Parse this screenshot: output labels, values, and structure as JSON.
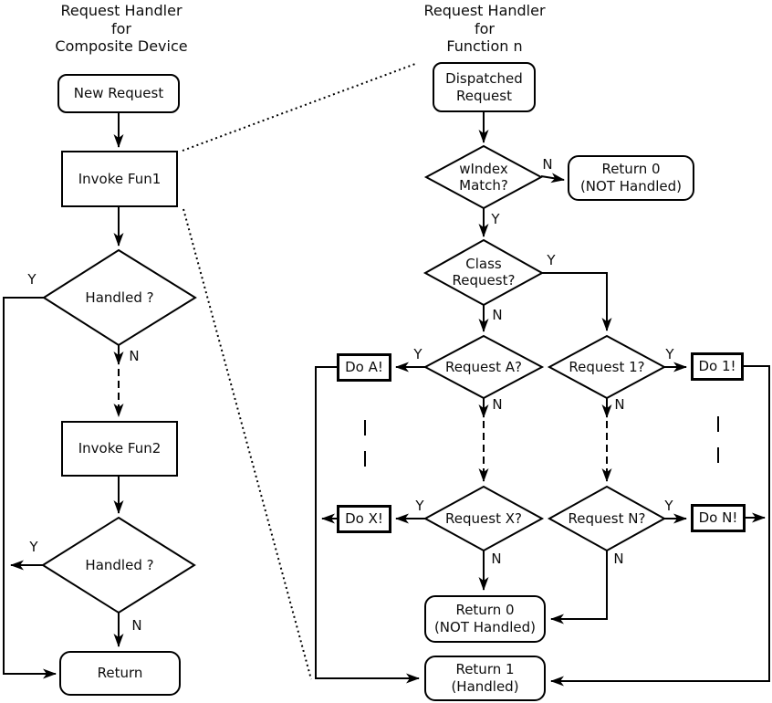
{
  "labels": {
    "yes": "Y",
    "no": "N"
  },
  "left_chart": {
    "title": "Request Handler\nfor\nComposite Device",
    "nodes": {
      "new_request": "New Request",
      "invoke_fun1": "Invoke Fun1",
      "handled_1": "Handled ?",
      "invoke_fun2": "Invoke Fun2",
      "handled_2": "Handled ?",
      "return": "Return"
    }
  },
  "right_chart": {
    "title": "Request Handler\nfor\nFunction n",
    "nodes": {
      "dispatched_request": "Dispatched\nRequest",
      "windex_match": "wIndex\nMatch?",
      "return0_top": "Return 0\n(NOT Handled)",
      "class_request": "Class\nRequest?",
      "request_a": "Request A?",
      "request_1": "Request 1?",
      "do_a": "Do A!",
      "do_1": "Do 1!",
      "request_x": "Request X?",
      "request_n": "Request N?",
      "do_x": "Do X!",
      "do_n": "Do N!",
      "return0_bottom": "Return 0\n(NOT Handled)",
      "return_1": "Return 1\n(Handled)"
    }
  },
  "colors": {
    "stroke": "#000000",
    "background": "#ffffff"
  }
}
